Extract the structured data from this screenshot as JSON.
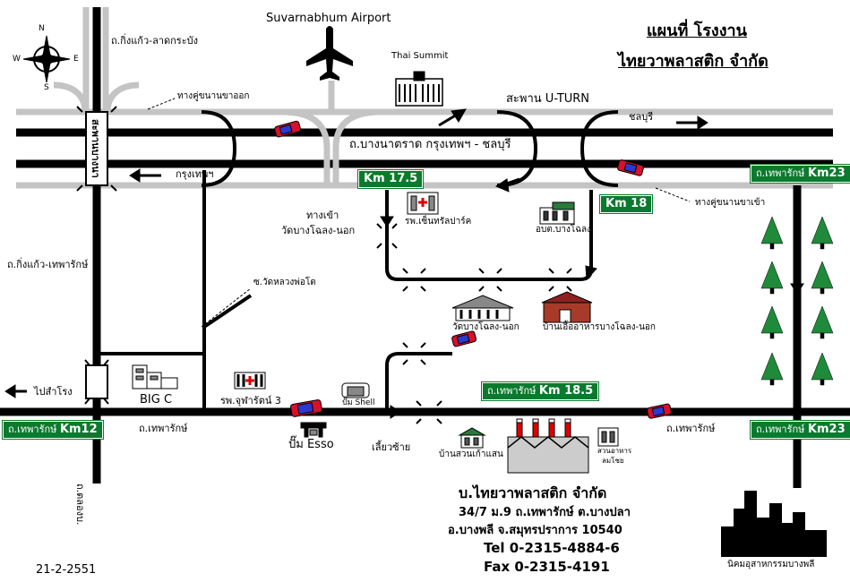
{
  "title": {
    "line1": "แผนที่ โรงงาน",
    "line2": "ไทยวาพลาสติก จำกัด"
  },
  "compass": {
    "n": "N",
    "s": "S",
    "e": "E",
    "w": "W"
  },
  "labels": {
    "airport": "Suvarnabhum Airport",
    "thai_summit": "Thai Summit",
    "uturn_bridge": "สะพาน U-TURN",
    "road_top_left": "ถ.กิ่งแก้ว-ลาดกระบัง",
    "parallel_out": "ทางคู่ขนานขาออก",
    "chonburi": "ชลบุรี",
    "bangna_road": "ถ.บางนาตราด กรุงเทพฯ - ชลบุรี",
    "krungthep": "กรุงเทพฯ",
    "wat_entrance_1": "ทางเข้า",
    "wat_entrance_2": "วัดบางโฉลง-นอก",
    "hospital_central": "รพ.เซ็นทรัลปาร์ค",
    "obt": "อบต.บางโฉลง",
    "parallel_in": "ทางคู่ขนานขาเข้า",
    "soi_wat": "ซ.วัดหลวงพ่อโต",
    "road_left": "ถ.กิ่งแก้ว-เทพารักษ์",
    "wat_bangchalong": "วัดบางโฉลง-นอก",
    "baan_ueua": "บ้านเอื้ออาหารบางโฉลง-นอก",
    "bigc": "BIG C",
    "hospital_jutha": "รพ.จุฬารัตน์ 3",
    "shell": "ปั๊ม Shell",
    "esso": "ปั๊ม Esso",
    "turn_left": "เลี้ยวซ้าย",
    "to_samrong": "ไปสำโรง",
    "theparak_1": "ถ.เทพารักษ์",
    "theparak_2": "ถ.เทพารักษ์",
    "baan_suan": "บ้านสวนเก้าแสน",
    "restaurant_1": "สวนอาหาร",
    "restaurant_2": "ลมโชย",
    "bangna_flyover": "สะพานบางนา",
    "road_bottom_left": "ถ.ตลองบ.",
    "industrial": "นิคมอุสาหกรรมบางพลี",
    "date": "21-2-2551"
  },
  "signs": {
    "km175": "Km 17.5",
    "km18": "Km 18",
    "km23_top_pre": "ถ.เทพารักษ์",
    "km23_top": "Km23",
    "km185_pre": "ถ.เทพารักษ์",
    "km185": "Km  18.5",
    "km12_pre": "ถ.เทพารักษ์",
    "km12": "Km12",
    "km23_bot_pre": "ถ.เทพารักษ์",
    "km23_bot": "Km23"
  },
  "address": {
    "company": "บ.ไทยวาพลาสติก จำกัด",
    "line1": "34/7 ม.9 ถ.เทพารักษ์ ต.บางปลา",
    "line2": "อ.บางพลี จ.สมุทรปราการ 10540",
    "tel": "Tel 0-2315-4884-6",
    "fax": "Fax 0-2315-4191"
  },
  "colors": {
    "road": "#000000",
    "parallel": "#c0c0c0",
    "sign": "#0b7a2e",
    "car": "#d8102a",
    "tree": "#1f8a3a"
  },
  "icons": [
    "compass-icon",
    "airplane-icon",
    "building-icon",
    "car-icon",
    "tree-icon",
    "factory-icon",
    "skyline-icon",
    "arrow-icon"
  ]
}
